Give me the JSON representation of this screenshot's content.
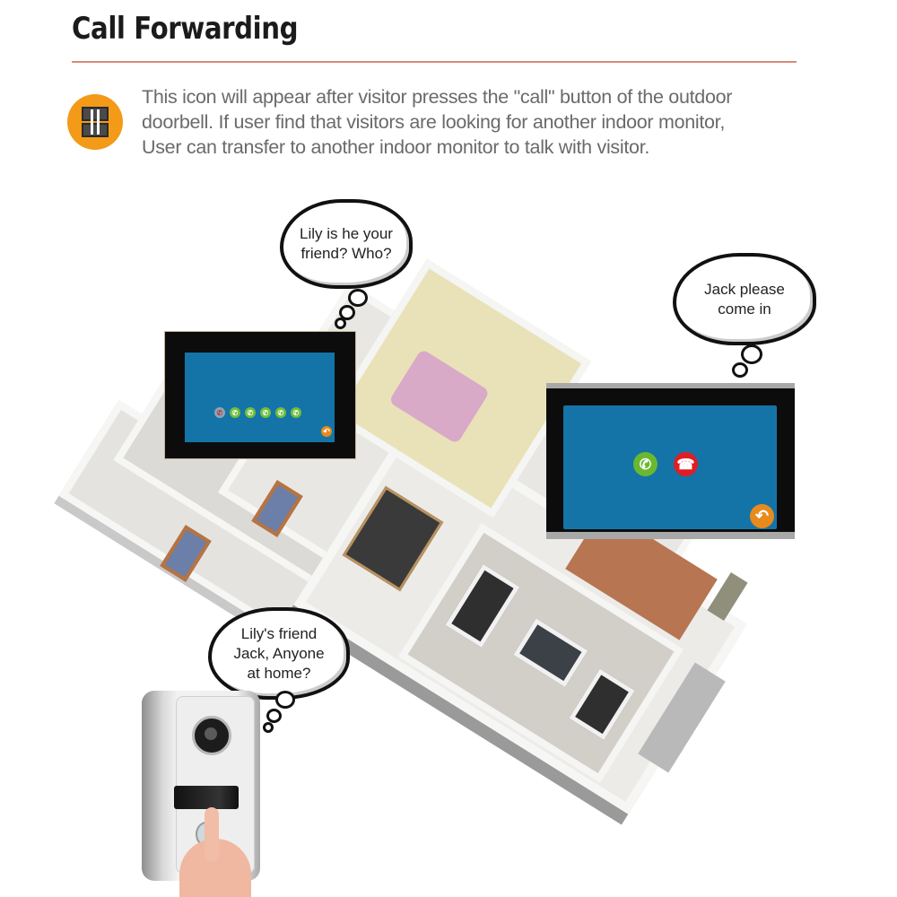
{
  "header": {
    "title": "Call Forwarding",
    "rule_color": "#d98a78"
  },
  "feature": {
    "icon": "call-forward-icon",
    "icon_color": "#f39a18",
    "description_lines": [
      "This icon will appear after visitor presses the \"call\" button of the outdoor",
      "doorbell.  If user find that visitors are looking for another indoor monitor,",
      "User can transfer to another indoor monitor to talk with visitor."
    ]
  },
  "illustration": {
    "monitor_left": {
      "screen_color": "#1474a8",
      "icons": [
        "forward-icon",
        "phone-icon",
        "phone-icon",
        "phone-icon",
        "phone-icon",
        "phone-icon"
      ],
      "back_icon": "back-arrow-icon"
    },
    "monitor_right": {
      "screen_color": "#1474a8",
      "accept_icon": "phone-accept-icon",
      "decline_icon": "phone-decline-icon",
      "back_icon": "back-arrow-icon",
      "accept_color": "#6ab82f",
      "decline_color": "#e01d24",
      "back_color": "#e88a1c"
    },
    "bubbles": {
      "left_monitor": [
        "Lily is he your",
        "friend? Who?"
      ],
      "right_monitor": [
        "Jack please",
        "come in"
      ],
      "doorbell": [
        "Lily's friend",
        "Jack, Anyone",
        "at home?"
      ]
    },
    "glyphs": {
      "phone": "✆",
      "hangup": "☎",
      "back": "↶"
    }
  }
}
